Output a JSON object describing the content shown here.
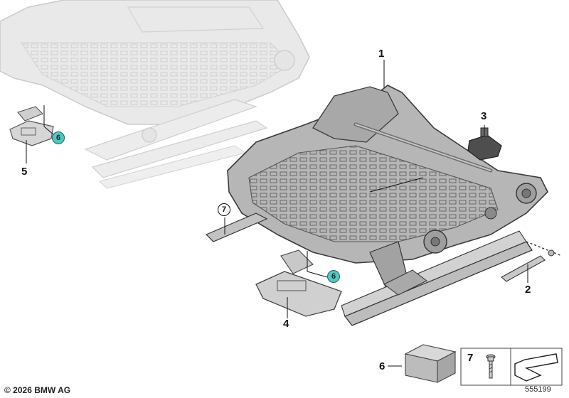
{
  "callouts": {
    "c1": "1",
    "c2": "2",
    "c3": "3",
    "c4": "4",
    "c5": "5",
    "c6_top": "6",
    "c6_mid": "6",
    "c6_box": "6",
    "c7_part": "7",
    "c7_box": "7"
  },
  "footer": {
    "copyright": "© 2026 BMW AG",
    "diagram_number": "555199"
  },
  "colors": {
    "highlight_circle": "#53c6c0",
    "ghost_part": "#d4d4d4",
    "main_part": "#9a9a9a",
    "outline": "#222222"
  }
}
